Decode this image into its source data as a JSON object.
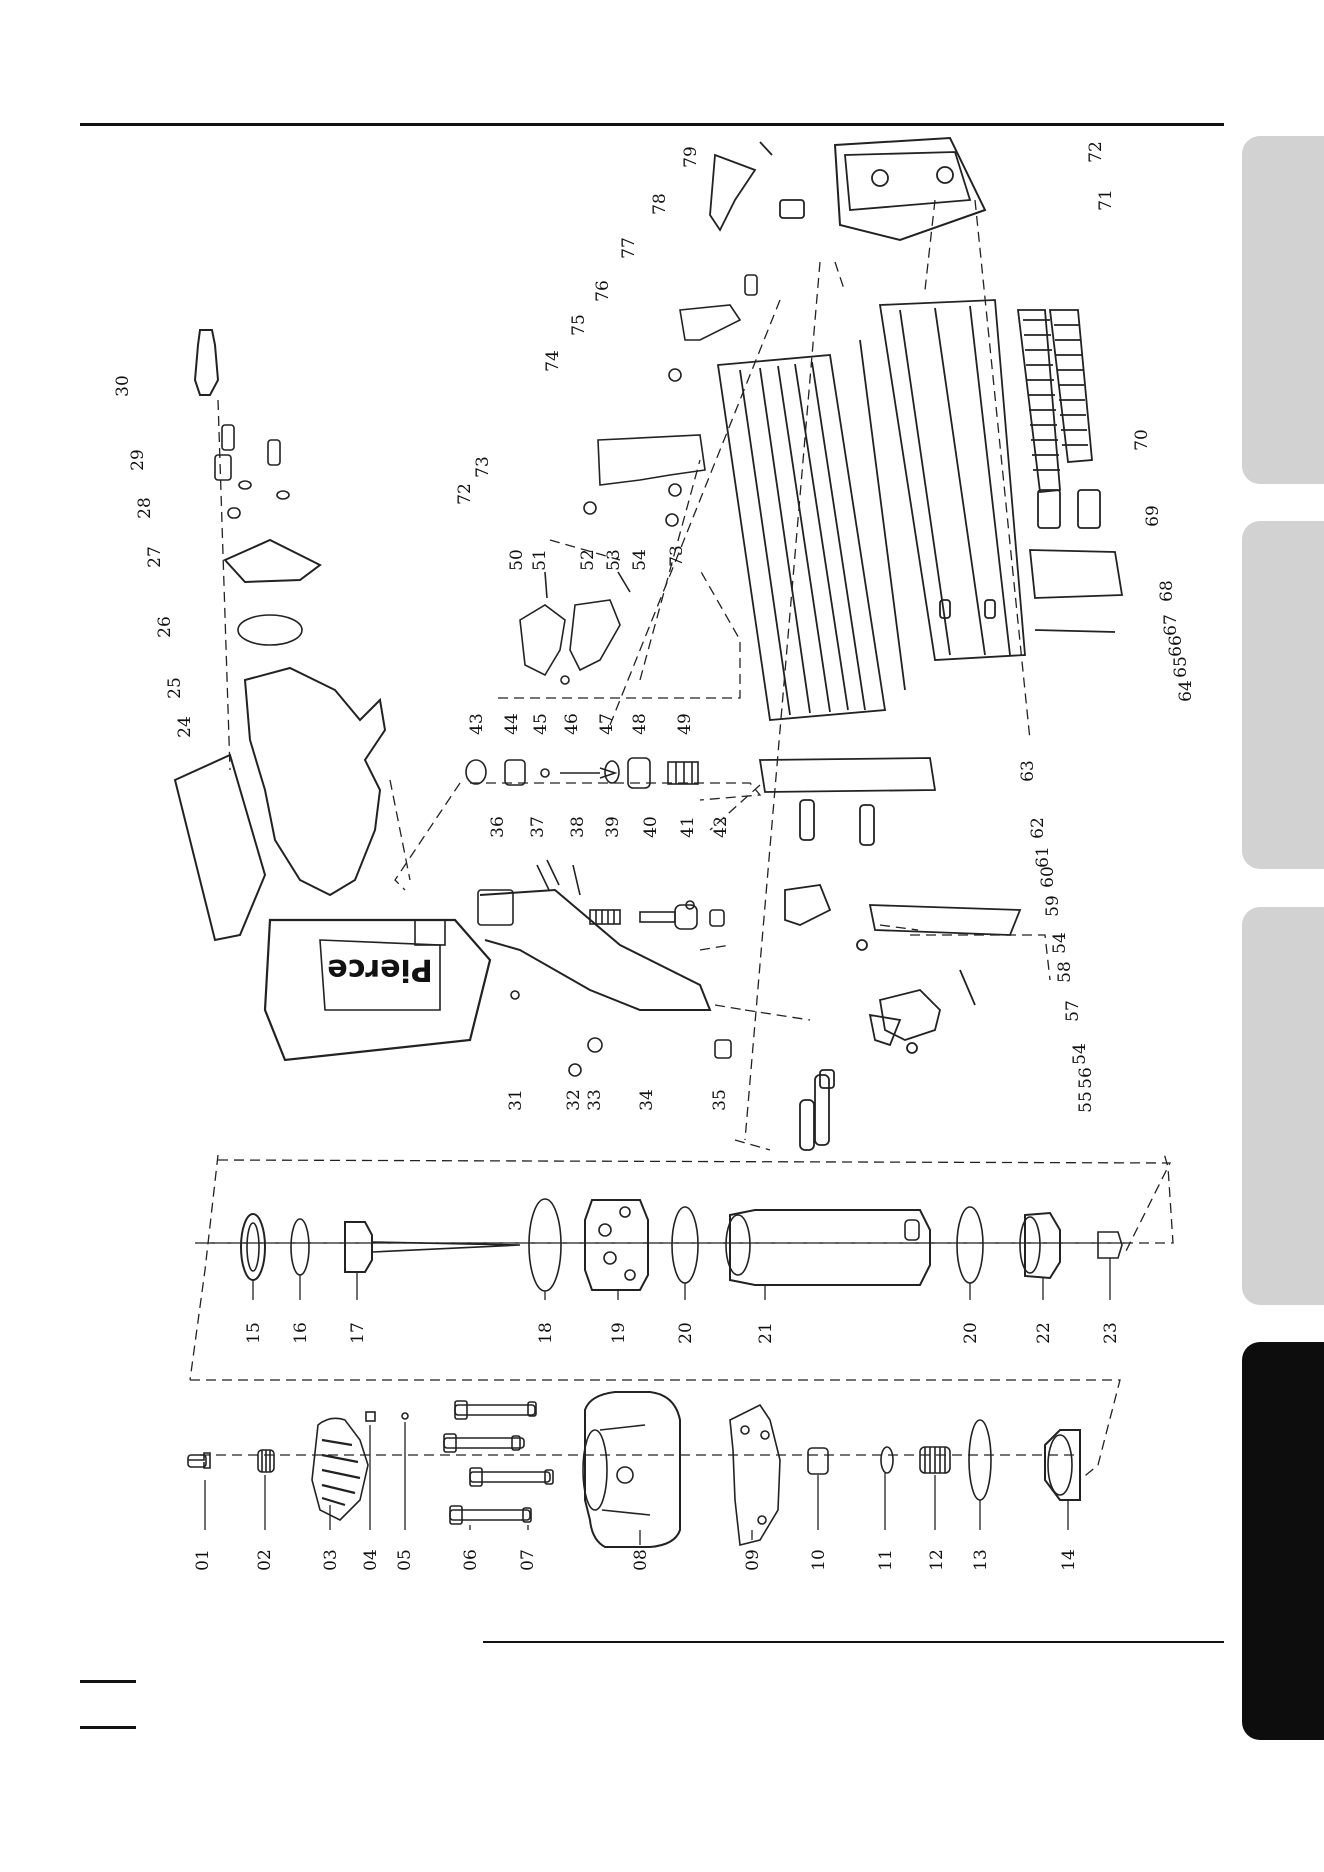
{
  "brand": {
    "logo_text": "Pierce"
  },
  "side_tabs": [
    {
      "state": "inactive",
      "color": "#d2d2d2"
    },
    {
      "state": "inactive",
      "color": "#d2d2d2"
    },
    {
      "state": "inactive",
      "color": "#d2d2d2"
    },
    {
      "state": "active",
      "color": "#0d0d0d"
    }
  ],
  "part_labels": {
    "p01": "01",
    "p02": "02",
    "p03": "03",
    "p04": "04",
    "p05": "05",
    "p06": "06",
    "p07": "07",
    "p08": "08",
    "p09": "09",
    "p10": "10",
    "p11": "11",
    "p12": "12",
    "p13": "13",
    "p14": "14",
    "p15": "15",
    "p16": "16",
    "p17": "17",
    "p18": "18",
    "p19": "19",
    "p20a": "20",
    "p21": "21",
    "p20b": "20",
    "p22": "22",
    "p23": "23",
    "p24": "24",
    "p25": "25",
    "p26": "26",
    "p27": "27",
    "p28": "28",
    "p29": "29",
    "p30": "30",
    "p31": "31",
    "p32": "32",
    "p33": "33",
    "p34": "34",
    "p35": "35",
    "p36": "36",
    "p37": "37",
    "p38": "38",
    "p39": "39",
    "p40": "40",
    "p41": "41",
    "p42": "42",
    "p43": "43",
    "p44": "44",
    "p45": "45",
    "p46": "46",
    "p47": "47",
    "p48": "48",
    "p49": "49",
    "p50": "50",
    "p51": "51",
    "p52": "52",
    "p53": "53",
    "p54a": "54",
    "p54b": "54",
    "p54c": "54",
    "p55": "55",
    "p56": "56",
    "p57": "57",
    "p58": "58",
    "p59": "59",
    "p60": "60",
    "p61": "61",
    "p62": "62",
    "p63": "63",
    "p64": "64",
    "p65": "65",
    "p66": "66",
    "p67": "67",
    "p68": "68",
    "p69": "69",
    "p70": "70",
    "p71": "71",
    "p72a": "72",
    "p72b": "72",
    "p73a": "73",
    "p73b": "73",
    "p74": "74",
    "p75": "75",
    "p76": "76",
    "p77": "77",
    "p78": "78",
    "p79": "79"
  }
}
